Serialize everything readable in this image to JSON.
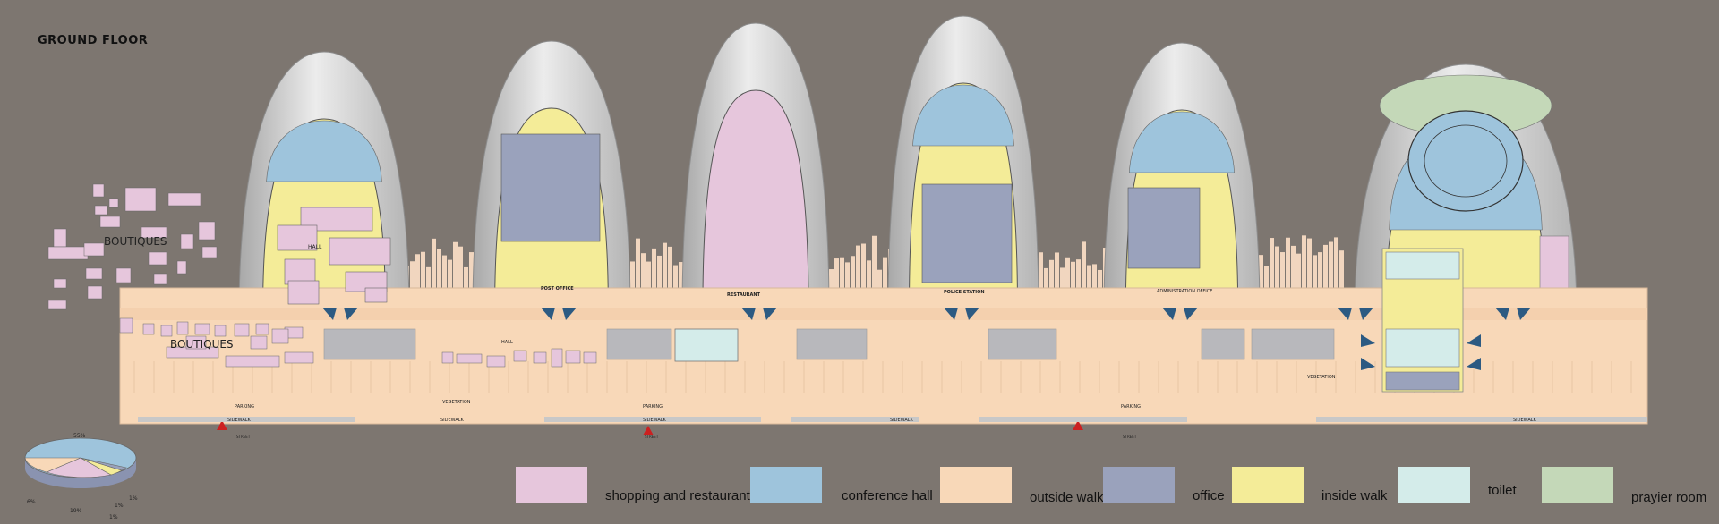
{
  "title": "GROUND FLOOR",
  "labels": {
    "boutiques_outside": "BOUTIQUES",
    "boutiques_inside": "BOUTIQUES",
    "hall_1": "HALL",
    "hall_2": "HALL",
    "post_office": "POST OFFICE",
    "restaurant": "RESTAURANT",
    "police_station": "POLICE STATION",
    "administration_office": "ADMINISTRATION OFFICE",
    "vegetation_1": "VEGETATION",
    "vegetation_2": "VEGETATION",
    "parking_1": "PARKING",
    "parking_2": "PARKING",
    "parking_3": "PARKING",
    "sidewalk_1": "SIDEWALK",
    "sidewalk_2": "SIDEWALK",
    "sidewalk_3": "SIDEWALK",
    "sidewalk_4": "SIDEWALK",
    "sidewalk_5": "SIDEWALK",
    "street_1": "STREET",
    "street_2": "STREET",
    "street_3": "STREET"
  },
  "pie": {
    "labels": [
      "55%",
      "19%",
      "6%",
      "1%",
      "1%",
      "1%"
    ]
  },
  "legend": [
    {
      "label": "shopping and restaurant",
      "color": "#e6c6dc"
    },
    {
      "label": "conference hall",
      "color": "#9ec4dc"
    },
    {
      "label": "outside walk",
      "color": "#f8d8b8"
    },
    {
      "label": "office",
      "color": "#9aa2bc"
    },
    {
      "label": "inside walk",
      "color": "#f4ec98"
    },
    {
      "label": "toilet",
      "color": "#d4ecea"
    },
    {
      "label": "prayier room",
      "color": "#c4d8b8"
    }
  ],
  "colors": {
    "background": "#7d7670",
    "shell": "#d6d6d6",
    "outside_walk": "#f8d8b8",
    "inside_walk": "#f4ec98",
    "conference": "#9ec4dc",
    "shopping": "#e6c6dc",
    "office": "#9aa2bc",
    "toilet": "#d4ecea",
    "prayer": "#c4d8b8",
    "arrow": "#2c5a82",
    "marker": "#cc2020"
  }
}
